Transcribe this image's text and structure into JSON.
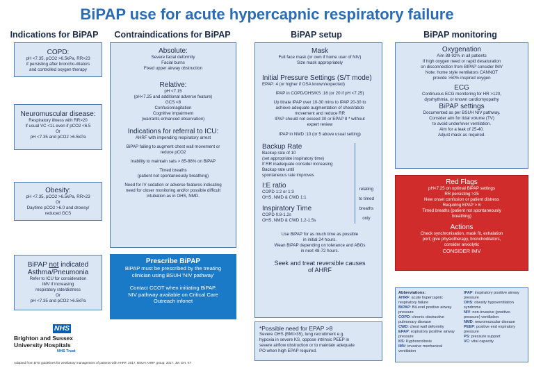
{
  "title": "BiPAP use for acute hypercapnic respiratory failure",
  "columns": {
    "indications": "Indications for BiPAP",
    "contraindications": "Contraindications for BiPAP",
    "setup": "BiPAP setup",
    "monitoring": "BiPAP monitoring"
  },
  "indications": {
    "copd": {
      "heading": "COPD:",
      "lines": [
        "pH <7.35, pCO2 >6.5kPa, RR>23",
        "if persisting after broncho-dilators",
        "and controlled oxygen therapy"
      ]
    },
    "neuromuscular": {
      "heading": "Neuromuscular disease:",
      "lines": [
        "Respiratory illness with RR>20",
        "if usual VC <1L even if pCO2 <6.5",
        "Or",
        "pH <7.35 and pCO2 >6.5kPa"
      ]
    },
    "obesity": {
      "heading": "Obesity:",
      "lines": [
        "pH <7.35, pCO2 >6.5kPa, RR>23",
        "Or",
        "Daytime pCO2 >6.0 and drowsy/",
        "reduced GCS"
      ]
    },
    "not_indicated": {
      "heading_pre": "BiPAP ",
      "heading_not": "not",
      "heading_post": " indicated",
      "sub": "Asthma/Pneumonia",
      "lines": [
        "Refer to ICU for consideration",
        "IMV if increasing",
        "respiratory rate/distress",
        "Or",
        "pH <7.35 and pCO2 >6.5kPa"
      ]
    }
  },
  "contra": {
    "absolute": {
      "heading": "Absolute:",
      "lines": [
        "Severe facial deformity",
        "Facial burns",
        "Fixed upper airway obstruction"
      ]
    },
    "relative": {
      "heading": "Relative:",
      "lines": [
        "pH <7.15",
        "(pH<7.25 and additional adverse feature)",
        "GCS <8",
        "Confusion/agitation",
        "Cognitive impairment",
        "(warrants enhanced observation)"
      ]
    },
    "icu": {
      "heading": "Indications for referral to ICU:",
      "lines": [
        "AHRF with impending respiratory arrest",
        "",
        "BiPAP failing to augment chest wall movement or",
        "reduce pCO2",
        "",
        "Inability to maintain sats > 85-88% on BiPAP",
        "",
        "Timed breaths",
        "(patient not spontaneously breathing)",
        "",
        "Need for IV sedation or adverse features indicating",
        "need for closer monitoring and/or possible difficult",
        "intubation as in OHS, NMD."
      ]
    }
  },
  "prescribe": {
    "heading": "Prescribe BiPAP",
    "lines1": [
      "BiPAP must be prescribed by the treating",
      "clinician using BSUH 'NIV pathway'"
    ],
    "lines2": [
      "Contact CCOT when initiating BiPAP.",
      "NIV pathway available on Critical Care",
      "Outreach infonet"
    ]
  },
  "setup": {
    "mask": {
      "heading": "Mask",
      "lines": [
        "Full face mask (or own if home user of NIV)",
        "Size mask appropriately"
      ]
    },
    "pressure": {
      "heading": "Initial Pressure Settings (S/T mode)",
      "lines": [
        "EPAP: 4 (or higher if OSA known/expected)",
        "",
        "IPAP in COPD/OHS/KS :16 (or 20 if pH <7.25)",
        "",
        "Up titrate IPAP over 10-30 mins to IPAP 20-30 to",
        "achieve adequate augmentation of chest/abdo",
        "movement and reduce RR",
        "IPAP should not exceed 30 or EPAP 8 * without",
        "expert review",
        "",
        "IPAP in NMD :10 (or 5 above usual setting)"
      ]
    },
    "backup": {
      "heading": "Backup Rate",
      "lines": [
        "Backup rate of 10",
        "(set appropriate inspiratory time)",
        "If RR inadequate consider increasing",
        "Backup rate until",
        "spontaneous rate improves"
      ]
    },
    "ie": {
      "heading": "I:E ratio",
      "lines": [
        "COPD 1:2 or 1:3",
        "OHS, NMD & CWD 1:1"
      ]
    },
    "insp": {
      "heading": "Inspiratory Time",
      "lines": [
        "COPD 0.8-1.2s",
        "OHS, NMD & CWD 1.2-1.5s"
      ]
    },
    "side_note": [
      "relating",
      "to timed",
      "breaths",
      "only"
    ],
    "use": [
      "Use BiPAP for as much time as possible",
      "in initial 24 hours.",
      "Wean BiPAP depending on tolerance and ABGs",
      "in next 48-72 hours."
    ],
    "seek": [
      "Seek and treat reversible causes",
      "of AHRF"
    ]
  },
  "epap_note": {
    "heading": "*Possible need for EPAP >8",
    "lines": [
      "Severe OHS (BMI>35), lung recruitment e.g.",
      "hypoxia in severe KS, oppose intrinsic PEEP in",
      "severe airflow obstruction or to maintain adequate",
      "PO when high EPAP required."
    ]
  },
  "monitoring": {
    "oxy": {
      "heading": "Oxygenation",
      "lines": [
        "Aim 88-92% in all patients",
        "If high oxygen need or rapid desaturation",
        "on disconnection from BIPAP consider IMV",
        "Note: home style ventilators CANNOT",
        "provide >50% inspired oxygen"
      ]
    },
    "ecg": {
      "heading": "ECG",
      "lines": [
        "Continuous ECG monitoring for HR >120,",
        "dysrhythmia, or known cardiomyopathy"
      ]
    },
    "settings": {
      "heading": "BiPAP settings",
      "lines": [
        "Documented as per BSUH NIV pathway.",
        "Consider aim for tidal volume (TV)",
        "to avoid under/over ventilation.",
        "Aim for a leak of 25-40.",
        "Adjust mask as required."
      ]
    }
  },
  "red_flags": {
    "heading": "Red Flags",
    "lines": [
      "pH<7.25 on optimal BiPAP settings",
      "RR persisting >25",
      "New onset confusion or patient distress",
      "Requiring EPAP > 6",
      "Timed breaths (patient not spontaneously",
      "breathing)"
    ],
    "actions_heading": "Actions",
    "actions": [
      "Check synchronisation, mask fit, exhalation",
      "port; give physiotherapy, bronchodilators,",
      "consider anxiolytic",
      "CONSIDER IMV"
    ]
  },
  "abbreviations": {
    "heading": "Abbreviations:",
    "left": [
      {
        "k": "AHRF",
        "v": ": acute hypercapnic respiratory failure"
      },
      {
        "k": "BiPAP",
        "v": ": BiLevel positive airway pressure"
      },
      {
        "k": "COPD",
        "v": ": chronic obstructive pulmonary disease"
      },
      {
        "k": "CWD",
        "v": ": chest wall deformity"
      },
      {
        "k": "EPAP",
        "v": ": expiratory positive airway pressure"
      },
      {
        "k": "KS",
        "v": ": Kyphoscoliosis"
      },
      {
        "k": "IMV",
        "v": ": invasive mechanical ventilation"
      }
    ],
    "right": [
      {
        "k": "IPAP",
        "v": ": inspiratory positive airway pressure"
      },
      {
        "k": "OHS",
        "v": ": obesity hypoventilation syndrome"
      },
      {
        "k": "NIV",
        "v": ": non-invasive (positive-pressure) ventilation"
      },
      {
        "k": "NMD",
        "v": ": neuromuscular disease"
      },
      {
        "k": "PEEP",
        "v": ": positive end expiratory pressure"
      },
      {
        "k": "PS",
        "v": ": pressure support"
      },
      {
        "k": "VC",
        "v": ": vital capacity"
      }
    ]
  },
  "logo": {
    "nhs": "NHS",
    "org1": "Brighton and Sussex",
    "org2": "University Hospitals",
    "trust": "NHS Trust"
  },
  "footer": "Adapted from BTS guidelines for ventilatory management of patients with AHRF. 2017. BSUH AHRF group. 2017. JM. DH. KT",
  "colors": {
    "accent": "#2a6bb5",
    "box_fill": "#dbe6f4",
    "box_border": "#4f7fb8",
    "red": "#d02c2c",
    "prescribe": "#1a7ac8",
    "nhs": "#005eb8"
  }
}
